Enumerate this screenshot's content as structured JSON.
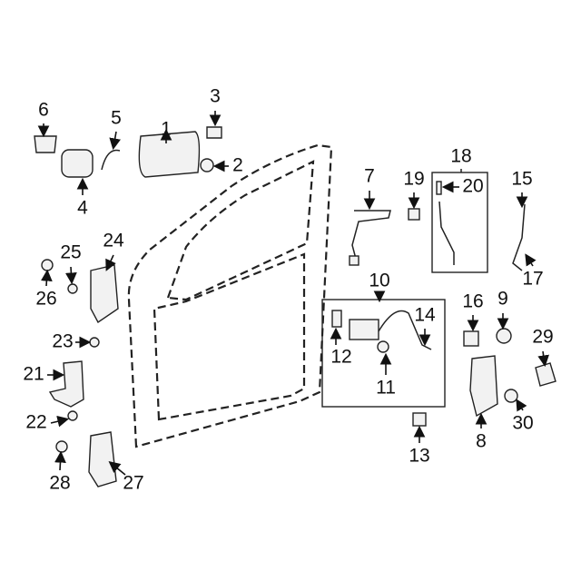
{
  "diagram": {
    "title": "Front door lock and handle components",
    "callouts": [
      "1",
      "2",
      "3",
      "4",
      "5",
      "6",
      "7",
      "8",
      "9",
      "10",
      "11",
      "12",
      "13",
      "14",
      "15",
      "16",
      "17",
      "18",
      "19",
      "20",
      "21",
      "22",
      "23",
      "24",
      "25",
      "26",
      "27",
      "28",
      "29",
      "30"
    ]
  }
}
